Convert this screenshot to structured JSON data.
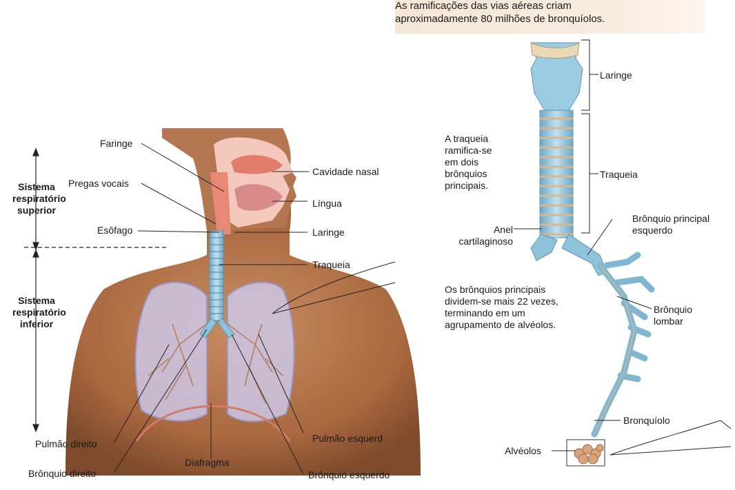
{
  "caption": {
    "line1": "As ramificações das vias aéreas criam",
    "line2": "aproximadamente 80 milhões de bronquíolos."
  },
  "left_panel": {
    "upper_system": [
      "Sistema",
      "respiratório",
      "superior"
    ],
    "lower_system": [
      "Sistema",
      "respiratório",
      "inferior"
    ],
    "labels": {
      "faringe": "Faringe",
      "pregas_vocais": "Pregas vocais",
      "esofago": "Esôfago",
      "cavidade_nasal": "Cavidade nasal",
      "lingua": "Língua",
      "laringe": "Laringe",
      "traqueia": "Traqueia",
      "pulmao_direito": "Pulmão direito",
      "bronquio_direito": "Brônquio direito",
      "diafragma": "Diafragma",
      "pulmao_esquerdo": "Pulmão esquerd",
      "bronquio_esquerdo": "Brônquio esquerdo"
    }
  },
  "right_panel": {
    "labels": {
      "laringe": "Laringe",
      "traqueia": "Traqueia",
      "anel": [
        "Anel",
        "cartilaginoso"
      ],
      "bronquio_principal": [
        "Brônquio principal",
        "esquerdo"
      ],
      "bronquio_lombar": [
        "Brônquio",
        "lombar"
      ],
      "bronquiolo": "Bronquíolo",
      "alveolos": "Alvéolos"
    },
    "note_trachea": [
      "A traqueia",
      "ramifica-se",
      "em dois",
      "brônquios",
      "principais."
    ],
    "note_bronchi": [
      "Os brônquios principais",
      "dividem-se mais 22 vezes,",
      "terminando em um",
      "agrupamento de alvéolos."
    ]
  },
  "colors": {
    "skin": "#b8784e",
    "skin_dark": "#8f5634",
    "airway_blue": "#8fc3dc",
    "lung": "#c8c4e2",
    "nasal_pink": "#e79a8c",
    "caption_bg": "#f6e7d7"
  }
}
